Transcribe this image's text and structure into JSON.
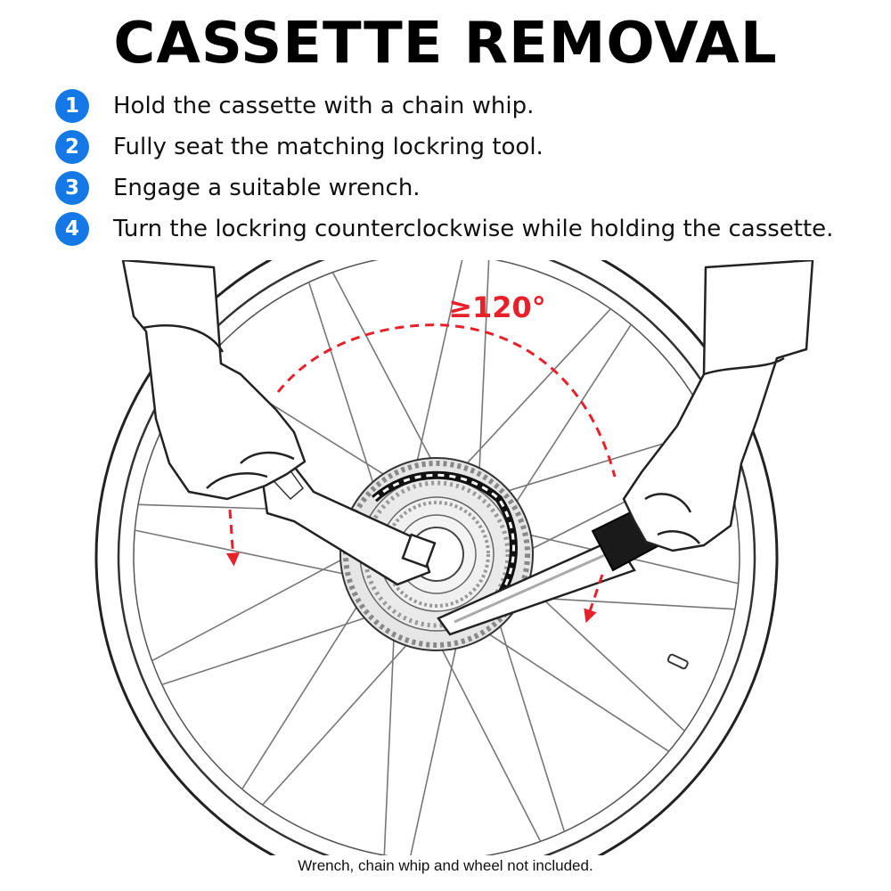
{
  "title": "CASSETTE REMOVAL",
  "steps": [
    {
      "number": "1",
      "text": "Hold the cassette with a chain whip."
    },
    {
      "number": "2",
      "text": "Fully seat the matching lockring tool."
    },
    {
      "number": "3",
      "text": "Engage a suitable wrench."
    },
    {
      "number": "4",
      "text": "Turn the lockring counterclockwise while holding the cassette."
    }
  ],
  "illustration": {
    "angle_label": "≥120°",
    "arrow_color": "#e8202a",
    "badge_color": "#1479e6"
  },
  "footer": "Wrench, chain whip and wheel not included."
}
